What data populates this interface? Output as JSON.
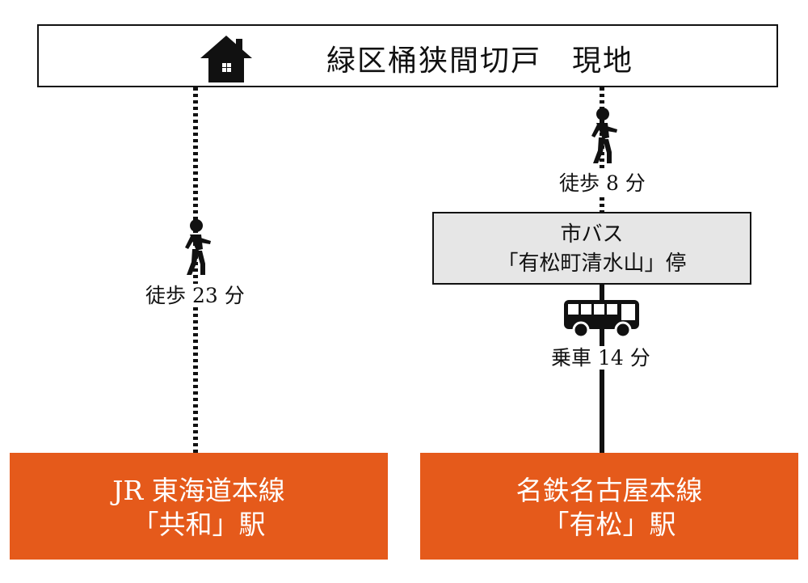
{
  "header": {
    "title": "緑区桶狭間切戸　現地"
  },
  "route_left": {
    "walk_label": "徒歩 23 分"
  },
  "route_right": {
    "walk_label": "徒歩 8 分",
    "bus_stop": {
      "line1": "市バス",
      "line2": "「有松町清水山」停"
    },
    "ride_label": "乗車 14 分"
  },
  "stations": [
    {
      "line1": "JR 東海道本線",
      "line2": "「共和」駅"
    },
    {
      "line1": "名鉄名古屋本線",
      "line2": "「有松」駅"
    }
  ],
  "colors": {
    "station_bg": "#E55A1B",
    "busstop_bg": "#E6E6E6",
    "ink": "#111111"
  },
  "icons": [
    "house-icon",
    "walking-person-icon",
    "bus-icon"
  ]
}
